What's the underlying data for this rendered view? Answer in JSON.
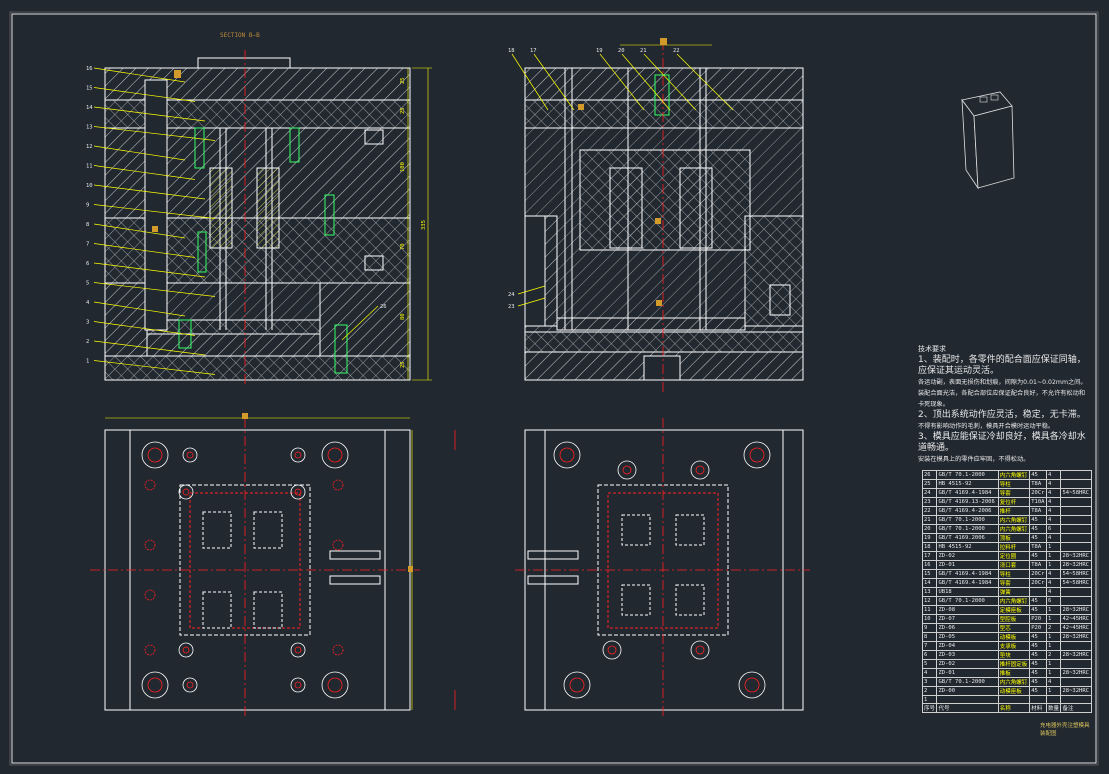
{
  "drawing": {
    "section_label": "SECTION B—B",
    "left_view_numbers": [
      "16",
      "15",
      "14",
      "13",
      "12",
      "11",
      "10",
      "9",
      "8",
      "7",
      "6",
      "5",
      "4",
      "3",
      "2",
      "1"
    ],
    "dims_left": [
      "25",
      "25",
      "100",
      "70",
      "80",
      "25",
      "335"
    ],
    "top_right_numbers": [
      "18",
      "17",
      "19",
      "20",
      "21",
      "22"
    ],
    "bottom_numbers": [
      "24",
      "23"
    ],
    "cylinder_number": "26"
  },
  "notes": {
    "title": "技术要求",
    "lines": [
      "1、装配时，各零件的配合面应保证同轴，应保证其运动灵活。",
      "各运动副，表面无损伤和划痕，间隙为0.01~0.02mm之间。",
      "装配合面光洁，各配合部位应保证配合良好，不允许有松动和卡死现象。",
      "2、顶出系统动作应灵活，稳定，无卡滞。",
      "不得有影响动作的毛刺，模具开合模时运动平稳。",
      "3、模具应能保证冷却良好，模具各冷却水道畅通。",
      "安装在模具上的零件应牢固，不得松动。"
    ]
  },
  "bom": {
    "rows": [
      [
        "26",
        "GB/T 70.1-2000",
        "内六角螺钉",
        "45",
        "4",
        ""
      ],
      [
        "25",
        "HB 4515-92",
        "导柱",
        "T8A",
        "4",
        ""
      ],
      [
        "24",
        "GB/T 4169.4-1984",
        "导套",
        "20Cr",
        "4",
        "54~58HRC"
      ],
      [
        "23",
        "GB/T 4169.13-2006",
        "复位杆",
        "T10A",
        "4",
        ""
      ],
      [
        "22",
        "GB/T 4169.4-2006",
        "推杆",
        "T8A",
        "4",
        ""
      ],
      [
        "21",
        "GB/T 70.1-2000",
        "内六角螺钉",
        "45",
        "4",
        ""
      ],
      [
        "20",
        "GB/T 70.1-2000",
        "内六角螺钉",
        "45",
        "6",
        ""
      ],
      [
        "19",
        "GB/T 4169.2006",
        "顶板",
        "45",
        "4",
        ""
      ],
      [
        "18",
        "HB 4515-92",
        "拉料杆",
        "T8A",
        "1",
        ""
      ],
      [
        "17",
        "ZD-02",
        "定位圈",
        "45",
        "1",
        "28~32HRC"
      ],
      [
        "16",
        "ZD-01",
        "浇口套",
        "T8A",
        "1",
        "28~32HRC"
      ],
      [
        "15",
        "GB/T 4169.4-1984",
        "导柱",
        "20Cr",
        "4",
        "54~58HRC"
      ],
      [
        "14",
        "GB/T 4169.4-1984",
        "导套",
        "20Cr",
        "4",
        "54~58HRC"
      ],
      [
        "13",
        "UB18",
        "弹簧",
        "",
        "4",
        ""
      ],
      [
        "12",
        "GB/T 70.1-2000",
        "内六角螺钉",
        "45",
        "6",
        ""
      ],
      [
        "11",
        "ZD-08",
        "定模座板",
        "45",
        "1",
        "28~32HRC"
      ],
      [
        "10",
        "ZD-07",
        "型腔板",
        "P20",
        "1",
        "42~45HRC"
      ],
      [
        "9",
        "ZD-06",
        "型芯",
        "P20",
        "2",
        "42~45HRC"
      ],
      [
        "8",
        "ZD-05",
        "动模板",
        "45",
        "1",
        "28~32HRC"
      ],
      [
        "7",
        "ZD-04",
        "支承板",
        "45",
        "1",
        ""
      ],
      [
        "6",
        "ZD-03",
        "垫块",
        "45",
        "2",
        "28~32HRC"
      ],
      [
        "5",
        "ZD-02",
        "推杆固定板",
        "45",
        "1",
        ""
      ],
      [
        "4",
        "ZD-01",
        "推板",
        "45",
        "1",
        "28~32HRC"
      ],
      [
        "3",
        "GB/T 70.1-2000",
        "内六角螺钉",
        "45",
        "4",
        ""
      ],
      [
        "2",
        "ZD-00",
        "动模座板",
        "45",
        "1",
        "28~32HRC"
      ],
      [
        "1",
        "",
        "",
        "",
        "",
        ""
      ]
    ],
    "header": [
      "序号",
      "代号",
      "名称",
      "材料",
      "数量",
      "备注"
    ]
  },
  "title_block": {
    "line1": "充电器外壳注塑模具",
    "line2": "装配图"
  },
  "colors": {
    "background": "#212830",
    "outline": "#ffffff",
    "hatch": "#cfcfcf",
    "dimension": "#ffff00",
    "center": "#ff2020",
    "green": "#33ff66",
    "amber": "#d29b2a"
  }
}
